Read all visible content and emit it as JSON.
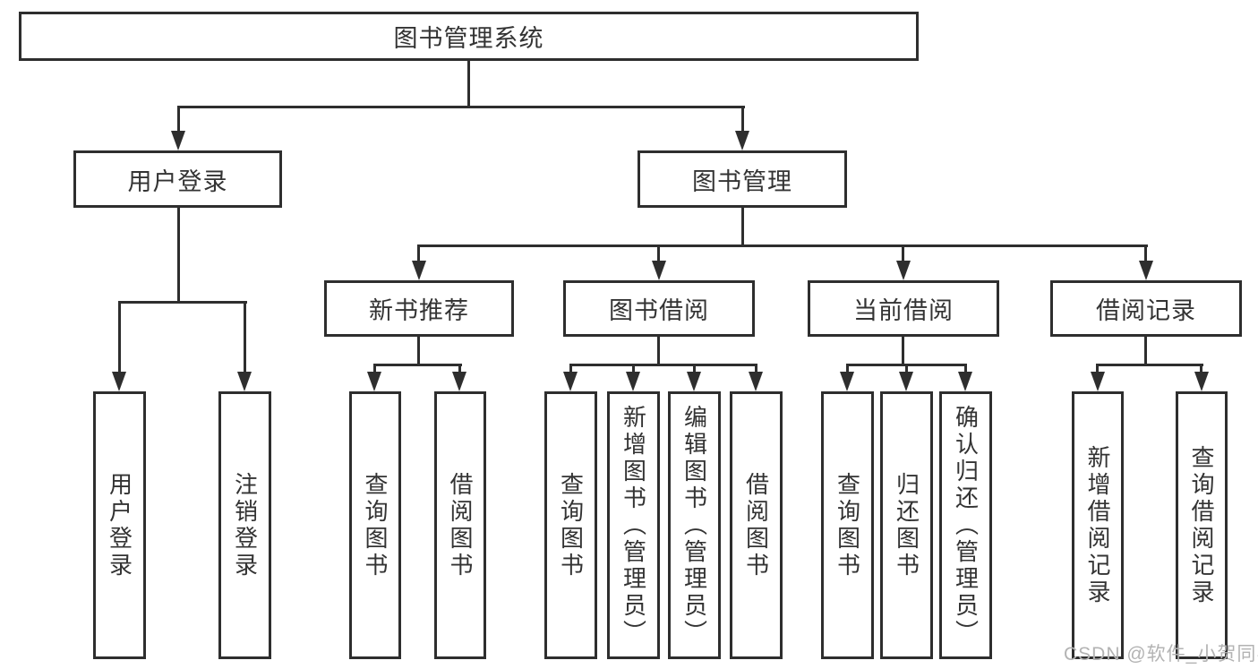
{
  "diagram": {
    "root": {
      "label": "图书管理系统"
    },
    "level2": [
      {
        "label": "用户登录"
      },
      {
        "label": "图书管理"
      }
    ],
    "level3": [
      {
        "label": "新书推荐"
      },
      {
        "label": "图书借阅"
      },
      {
        "label": "当前借阅"
      },
      {
        "label": "借阅记录"
      }
    ],
    "leaves": {
      "user_login": [
        {
          "label": "用户登录"
        },
        {
          "label": "注销登录"
        }
      ],
      "new_book": [
        {
          "label": "查询图书"
        },
        {
          "label": "借阅图书"
        }
      ],
      "book_borrow": [
        {
          "label": "查询图书"
        },
        {
          "label": "新增图书（管理员）"
        },
        {
          "label": "编辑图书（管理员）"
        },
        {
          "label": "借阅图书"
        }
      ],
      "current_borrow": [
        {
          "label": "查询图书"
        },
        {
          "label": "归还图书"
        },
        {
          "label": "确认归还（管理员）"
        }
      ],
      "borrow_records": [
        {
          "label": "新增借阅记录"
        },
        {
          "label": "查询借阅记录"
        }
      ]
    },
    "watermark": "CSDN @软件_小贺同学",
    "colors": {
      "line": "#2e2e2e",
      "text": "#333333",
      "watermark": "#b3b3b3",
      "background": "#ffffff"
    }
  }
}
